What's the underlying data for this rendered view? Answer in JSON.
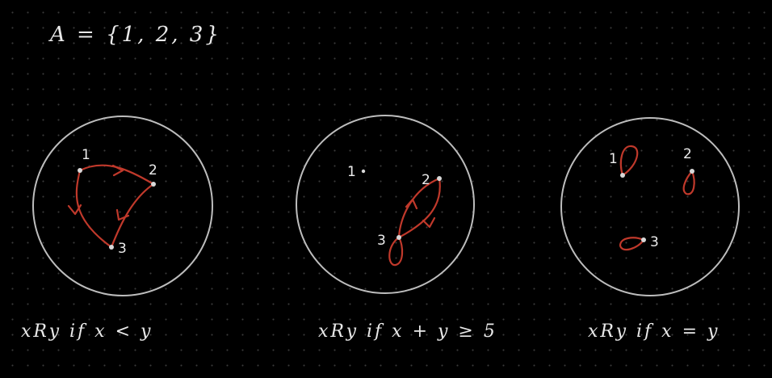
{
  "colors": {
    "background": "#000000",
    "ink": "#e9e9e9",
    "circle": "#bdbdbd",
    "relation": "#c0392b"
  },
  "set_definition": "A = {1, 2, 3}",
  "diagrams": [
    {
      "caption": "xRy  if  x < y",
      "nodes": [
        "1",
        "2",
        "3"
      ],
      "relation_pairs": [
        [
          "1",
          "2"
        ],
        [
          "1",
          "3"
        ],
        [
          "2",
          "3"
        ]
      ]
    },
    {
      "caption": "xRy  if  x + y ≥ 5",
      "nodes": [
        "1",
        "2",
        "3"
      ],
      "relation_pairs": [
        [
          "2",
          "3"
        ],
        [
          "3",
          "2"
        ],
        [
          "3",
          "3"
        ]
      ]
    },
    {
      "caption": "xRy  if  x = y",
      "nodes": [
        "1",
        "2",
        "3"
      ],
      "relation_pairs": [
        [
          "1",
          "1"
        ],
        [
          "2",
          "2"
        ],
        [
          "3",
          "3"
        ]
      ]
    }
  ]
}
